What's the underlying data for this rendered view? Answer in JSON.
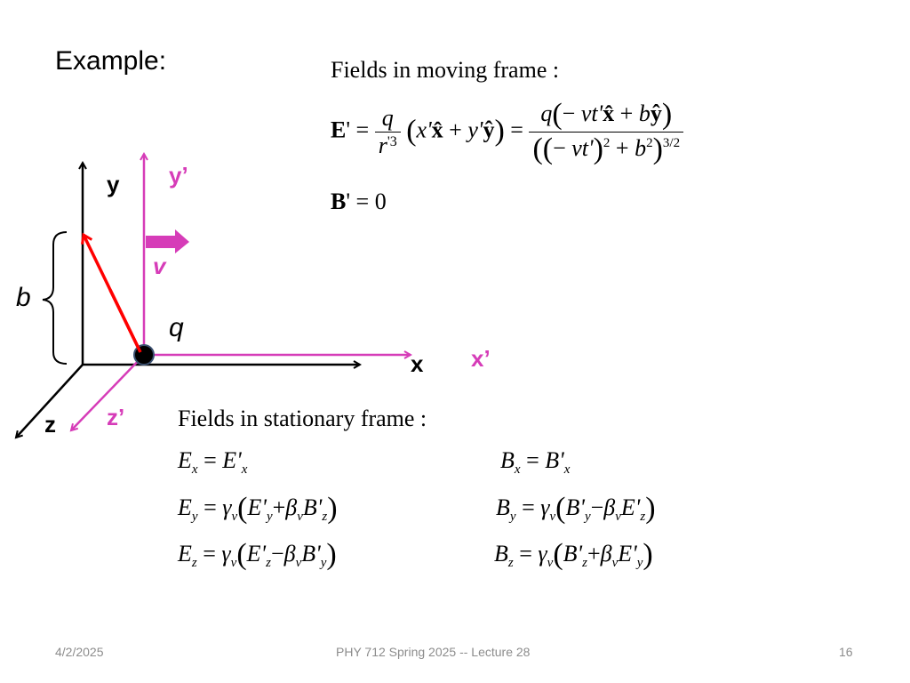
{
  "slide": {
    "title": "Example:",
    "moving_frame": {
      "heading": "Fields in moving frame :",
      "E_prime_lhs": "E'",
      "E_prime_mid_num": "q",
      "E_prime_mid_den": "r'³",
      "E_prime_mid_vec": "(x' x̂ + y' ŷ)",
      "E_prime_rhs_num": "q(− vt' x̂ + b ŷ)",
      "E_prime_rhs_den": "((− vt')² + b²)^(3/2)",
      "B_prime": "B' = 0"
    },
    "stationary_frame": {
      "heading": "Fields in stationary frame :",
      "equations": [
        {
          "lhs": "E",
          "lhs_sub": "x",
          "rhs": "= E'",
          "rhs_sub": "x"
        },
        {
          "lhs": "E",
          "lhs_sub": "y",
          "rhs": "= γ_v (E'_y + β_v B'_z)"
        },
        {
          "lhs": "E",
          "lhs_sub": "z",
          "rhs": "= γ_v (E'_z − β_v B'_y)"
        },
        {
          "lhs": "B",
          "lhs_sub": "x",
          "rhs": "= B'",
          "rhs_sub": "x"
        },
        {
          "lhs": "B",
          "lhs_sub": "y",
          "rhs": "= γ_v (B'_y − β_v E'_z)"
        },
        {
          "lhs": "B",
          "lhs_sub": "z",
          "rhs": "= γ_v (B'_z + β_v E'_y)"
        }
      ]
    },
    "diagram": {
      "labels": {
        "x": "x",
        "y": "y",
        "z": "z",
        "x_prime": "x’",
        "y_prime": "y’",
        "z_prime": "z’",
        "velocity": "v",
        "charge": "q",
        "distance": "b"
      },
      "colors": {
        "stationary_axes": "#000000",
        "moving_axes": "#d63cb8",
        "position_vector": "#ff0000",
        "charge_fill": "#000000",
        "charge_outline": "#3b5070"
      }
    },
    "footer": {
      "date": "4/2/2025",
      "course": "PHY 712  Spring 2025 -- Lecture 28",
      "page": "16"
    }
  }
}
